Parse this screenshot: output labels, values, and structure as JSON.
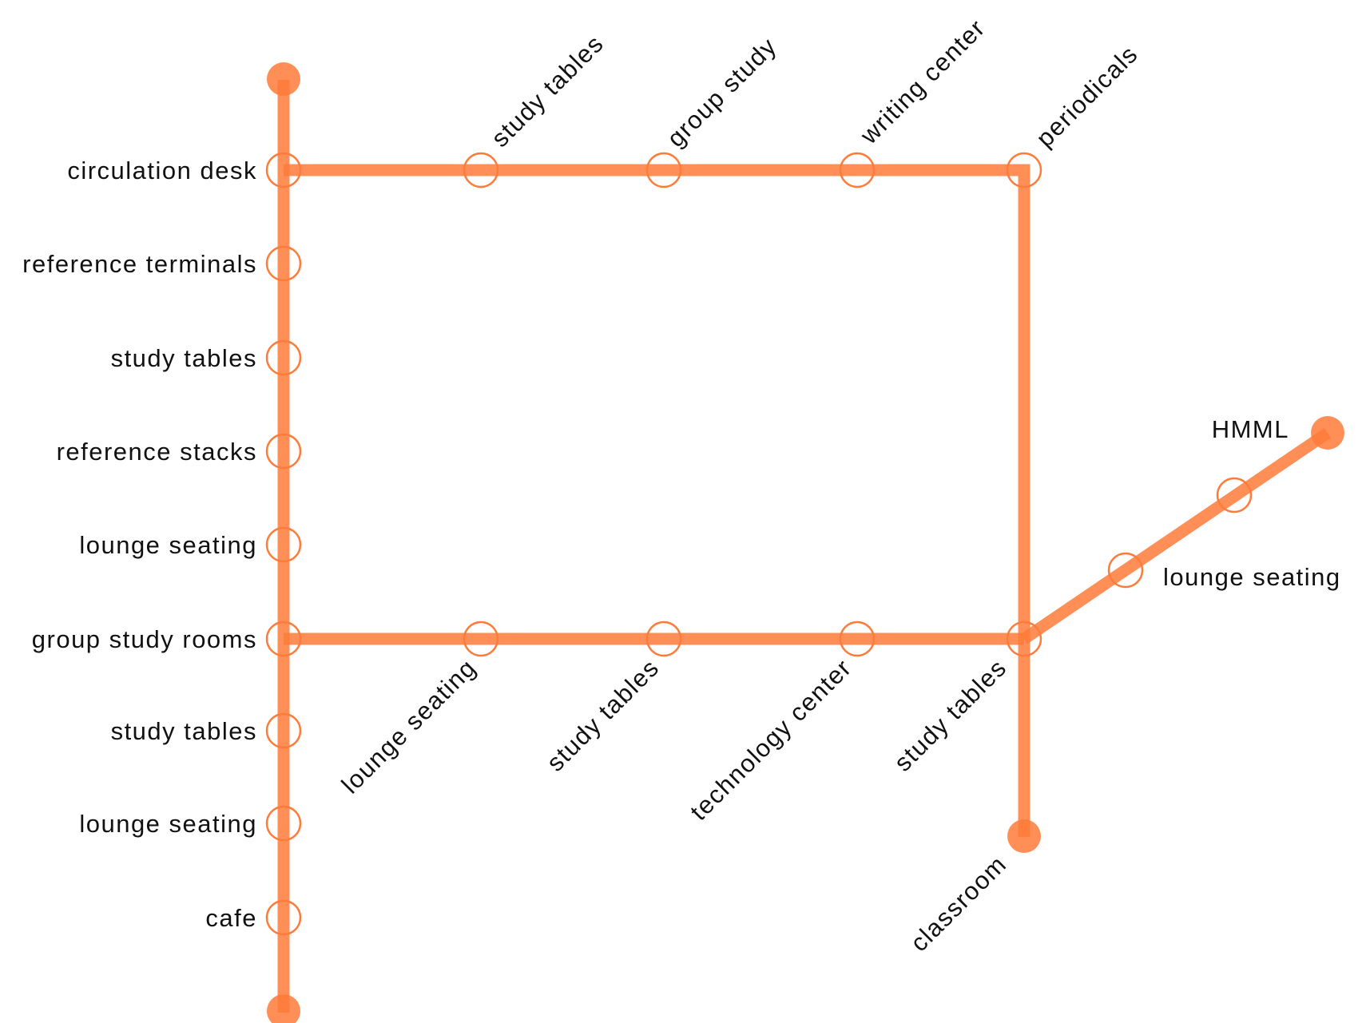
{
  "colors": {
    "line": "#ff7b3a",
    "stop": "#ff7b3a",
    "text": "#111111"
  },
  "labels": {
    "circulation_desk": "circulation desk",
    "reference_terminals": "reference terminals",
    "study_tables_left_1": "study tables",
    "reference_stacks": "reference stacks",
    "lounge_seating_left_1": "lounge seating",
    "group_study_rooms": "group study rooms",
    "study_tables_left_2": "study tables",
    "lounge_seating_left_2": "lounge seating",
    "cafe": "cafe",
    "study_tables_top": "study tables",
    "group_study_top": "group study",
    "writing_center": "writing center",
    "periodicals": "periodicals",
    "lounge_seating_bottom": "lounge seating",
    "study_tables_bottom_1": "study tables",
    "technology_center": "technology center",
    "study_tables_bottom_2": "study tables",
    "classroom": "classroom",
    "hmml": "HMML",
    "lounge_seating_branch": "lounge seating"
  }
}
